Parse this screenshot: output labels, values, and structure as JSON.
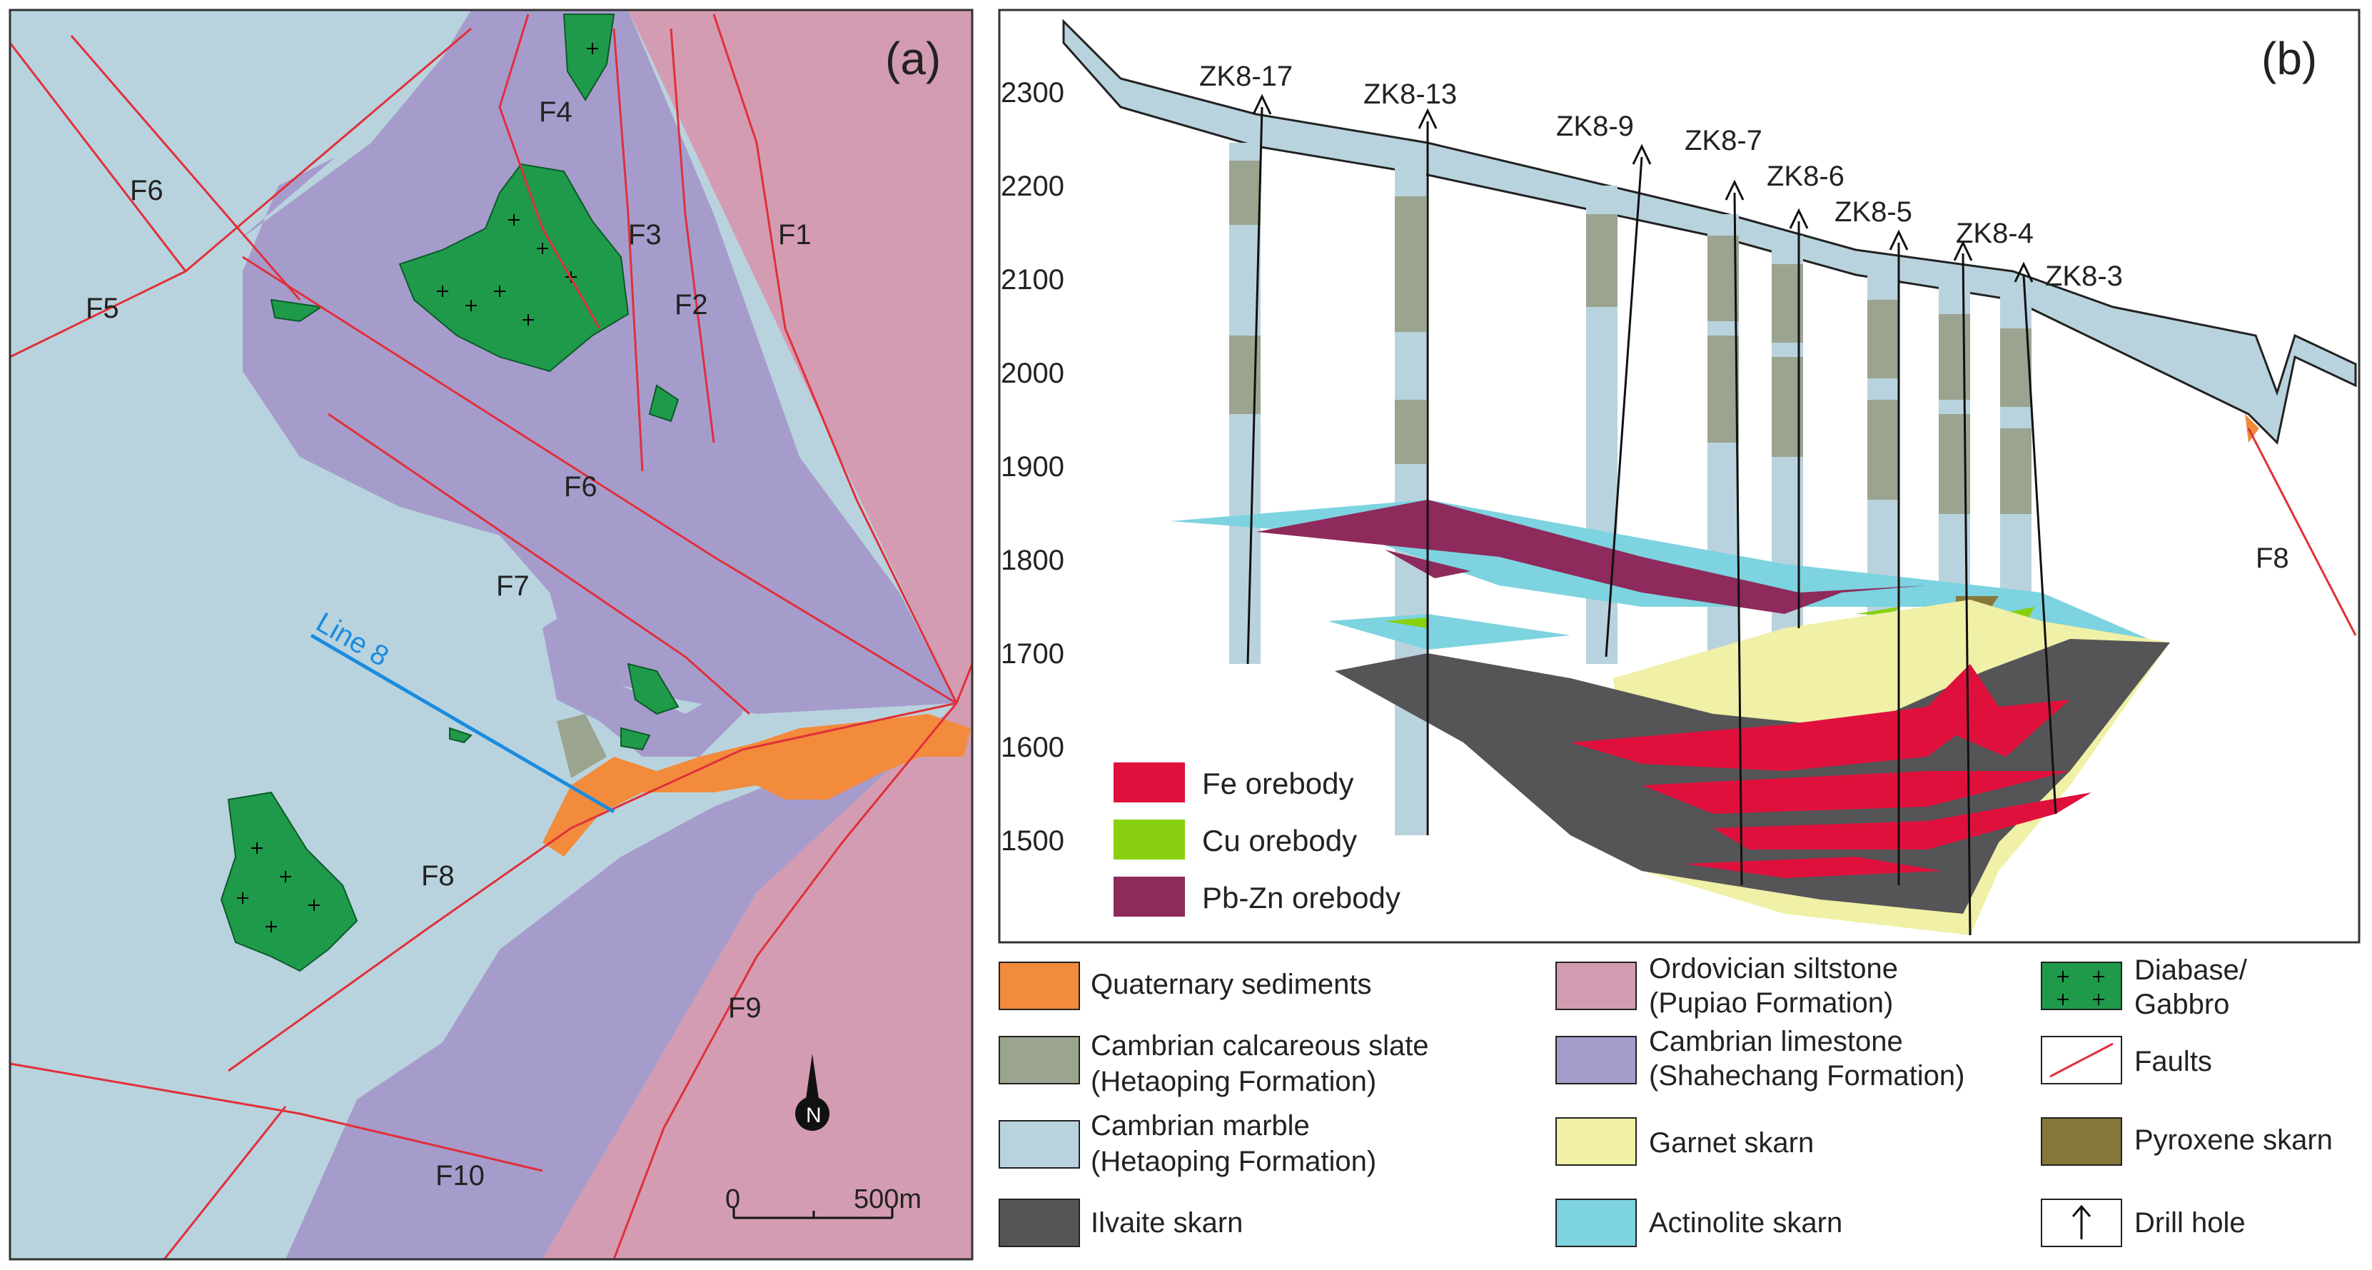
{
  "panel_a": {
    "panel_label": "(a)",
    "fault_labels": [
      "F1",
      "F2",
      "F3",
      "F4",
      "F5",
      "F6",
      "F6",
      "F7",
      "F8",
      "F9",
      "F10"
    ],
    "section_line_label": "Line 8",
    "scale_bar": {
      "start": "0",
      "end": "500m"
    },
    "north_arrow_letter": "N"
  },
  "panel_b": {
    "panel_label": "(b)",
    "elevation_ticks": [
      "2300",
      "2200",
      "2100",
      "2000",
      "1900",
      "1800",
      "1700",
      "1600",
      "1500"
    ],
    "drill_holes": [
      "ZK8-17",
      "ZK8-13",
      "ZK8-9",
      "ZK8-7",
      "ZK8-6",
      "ZK8-5",
      "ZK8-4",
      "ZK8-3"
    ],
    "fault_label": "F8",
    "orebody_legend": [
      {
        "label": "Fe orebody",
        "color": "#e0103c"
      },
      {
        "label": "Cu orebody",
        "color": "#88d010"
      },
      {
        "label": "Pb-Zn orebody",
        "color": "#8e2a5c"
      }
    ]
  },
  "legend": {
    "col1": [
      {
        "label": "Quaternary sediments",
        "color": "#f28b3c"
      },
      {
        "label": "Cambrian calcareous slate",
        "label2": "(Hetaoping Formation)",
        "color": "#9aa48f"
      },
      {
        "label": "Cambrian marble",
        "label2": "(Hetaoping Formation)",
        "color": "#b9d3de"
      },
      {
        "label": "Ilvaite skarn",
        "color": "#555558"
      }
    ],
    "col2": [
      {
        "label": "Ordovician siltstone",
        "label2": "(Pupiao Formation)",
        "color": "#d49cb2"
      },
      {
        "label": "Cambrian limestone",
        "label2": "(Shahechang Formation)",
        "color": "#a69ccc"
      },
      {
        "label": "Garnet skarn",
        "color": "#f0f0a6"
      },
      {
        "label": "Actinolite skarn",
        "color": "#7dd3df"
      }
    ],
    "col3": [
      {
        "label": "Diabase/",
        "label2": "Gabbro",
        "color": "#1f9a4a"
      },
      {
        "label": "Faults",
        "color": "#e0303a"
      },
      {
        "label": "Pyroxene skarn",
        "color": "#86783a"
      },
      {
        "label": "Drill hole",
        "color": "#000000"
      }
    ]
  }
}
